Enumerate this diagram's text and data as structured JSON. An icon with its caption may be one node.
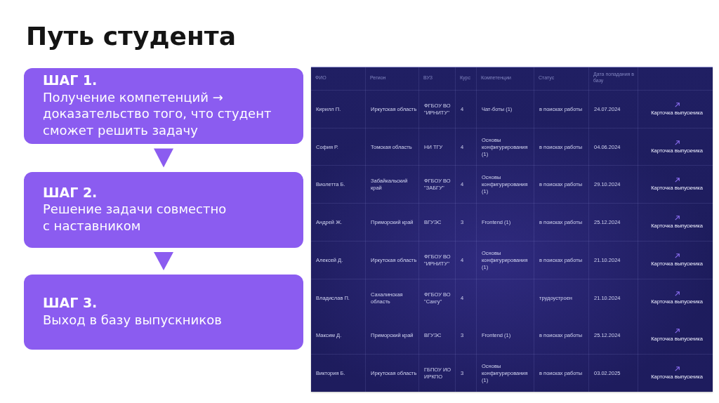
{
  "diagram": {
    "title": "Путь студента",
    "nodes": [
      {
        "text": [
          "ШАГ 1.",
          "Получение компетенций → доказательство того, что студент сможет решить задачу"
        ]
      },
      {
        "text": [
          "ШАГ 2.",
          "Решение задачи совместно с наставником"
        ]
      },
      {
        "text": [
          "ШАГ 3.",
          "Выход в базу выпускников"
        ]
      }
    ],
    "edges": [
      {
        "from": 0,
        "to": 1,
        "arrow": "to"
      },
      {
        "from": 1,
        "to": 2,
        "arrow": "to"
      }
    ],
    "labels": [
      "ФИО",
      "Регион",
      "ВУЗ",
      "Курс",
      "Компетенции",
      "Статус",
      "Дата попадания в базу",
      "Кирилл П.",
      "Иркутская область",
      "ФГБОУ ВО \"ИРНИТУ\"",
      "4",
      "Чат-боты (1)",
      "в поисках работы",
      "24.07.2024",
      "Карточка выпускника",
      "София Р.",
      "Томская область",
      "НИ ТГУ",
      "4",
      "Основы конфигурирования (1)",
      "в поисках работы",
      "04.06.2024",
      "Карточка выпускника",
      "Виолетта Б.",
      "Забайкальский край",
      "ФГБОУ ВО \"ЗАБГУ\"",
      "4",
      "Основы конфигурирования (1)",
      "в поисках работы",
      "29.10.2024",
      "Карточка выпускника",
      "Андрей Ж.",
      "Приморский край",
      "ВГУЭС",
      "3",
      "Frontend (1)",
      "в поисках работы",
      "25.12.2024",
      "Карточка выпускника",
      "Алексей Д.",
      "Иркутская область",
      "ФГБОУ ВО \"ИРНИТУ\"",
      "4",
      "Основы конфигурирования (1)",
      "в поисках работы",
      "21.10.2024",
      "Карточка выпускника",
      "Владислав П.",
      "Сахалинская область",
      "ФГБОУ ВО \"Сахгу\"",
      "4",
      "трудоустроен",
      "21.10.2024",
      "Карточка выпускника",
      "Максим Д.",
      "Приморский край",
      "ВГУЭС",
      "3",
      "Frontend (1)",
      "в поисках работы",
      "25.12.2024",
      "Карточка выпускника",
      "Виктория Б.",
      "Иркутская область",
      "ГБПОУ ИО ИРКПО",
      "3",
      "Основы конфигурирования (1)",
      "в поисках работы",
      "03.02.2025",
      "Карточка выпускника"
    ]
  }
}
